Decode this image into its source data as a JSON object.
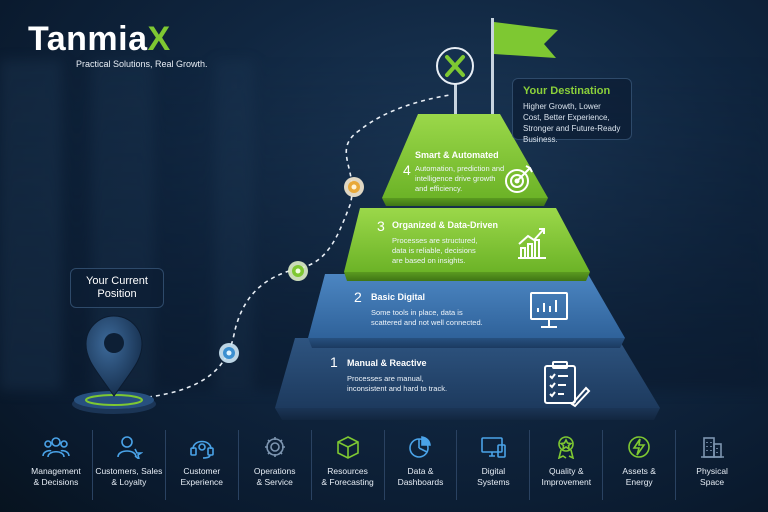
{
  "brand": {
    "name_main": "Tanmia",
    "name_x": "X",
    "tagline": "Practical Solutions, Real Growth."
  },
  "destination": {
    "title": "Your Destination",
    "text": "Higher Growth, Lower Cost, Better Experience, Stronger and Future-Ready Business."
  },
  "current_position": {
    "line1": "Your Current",
    "line2": "Position"
  },
  "tiers": [
    {
      "number": "4",
      "title": "Smart & Automated",
      "desc_lines": [
        "Automation, prediction and",
        "intelligence drive growth",
        "and efficiency."
      ],
      "icon": "target-icon"
    },
    {
      "number": "3",
      "title": "Organized & Data-Driven",
      "desc_lines": [
        "Processes are structured,",
        "data is reliable, decisions",
        "are based on insights."
      ],
      "icon": "growth-chart-icon"
    },
    {
      "number": "2",
      "title": "Basic Digital",
      "desc_lines": [
        "Some tools in place, data is",
        "scattered and not well connected."
      ],
      "icon": "monitor-chart-icon"
    },
    {
      "number": "1",
      "title": "Manual & Reactive",
      "desc_lines": [
        "Processes are manual,",
        "inconsistent and hard to track."
      ],
      "icon": "checklist-icon"
    }
  ],
  "categories": [
    {
      "label": "Management\n& Decisions",
      "icon": "people-icon"
    },
    {
      "label": "Customers, Sales\n& Loyalty",
      "icon": "customer-icon"
    },
    {
      "label": "Customer\nExperience",
      "icon": "headset-icon"
    },
    {
      "label": "Operations\n& Service",
      "icon": "gear-icon"
    },
    {
      "label": "Resources\n& Forecasting",
      "icon": "box-icon"
    },
    {
      "label": "Data &\nDashboards",
      "icon": "pie-chart-icon"
    },
    {
      "label": "Digital\nSystems",
      "icon": "devices-icon"
    },
    {
      "label": "Quality &\nImprovement",
      "icon": "award-icon"
    },
    {
      "label": "Assets &\nEnergy",
      "icon": "lightning-icon"
    },
    {
      "label": "Physical\nSpace",
      "icon": "building-icon"
    }
  ],
  "colors": {
    "green": "#7ec832",
    "blue": "#3a6fa8",
    "navy": "#24466e"
  }
}
